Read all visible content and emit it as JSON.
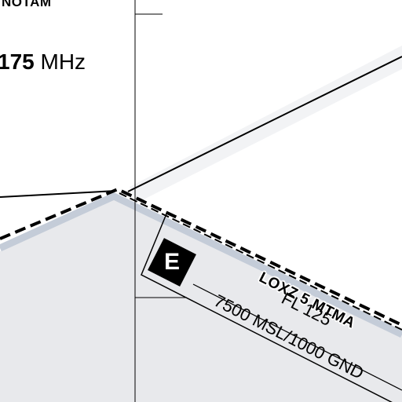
{
  "labels": {
    "notam": "NOTAM",
    "freq_value": "175",
    "freq_unit": " MHz"
  },
  "airspace": {
    "name": "LOXZ 5 MTMA",
    "upper_limit": "FL 125",
    "lower_limit": "7500 MSL/1000 GND",
    "class": "E"
  },
  "colors": {
    "shaded_area": "#e8e9ec",
    "boundary_halo": "#c4ccd8",
    "line": "#000000",
    "paper": "#ffffff"
  }
}
